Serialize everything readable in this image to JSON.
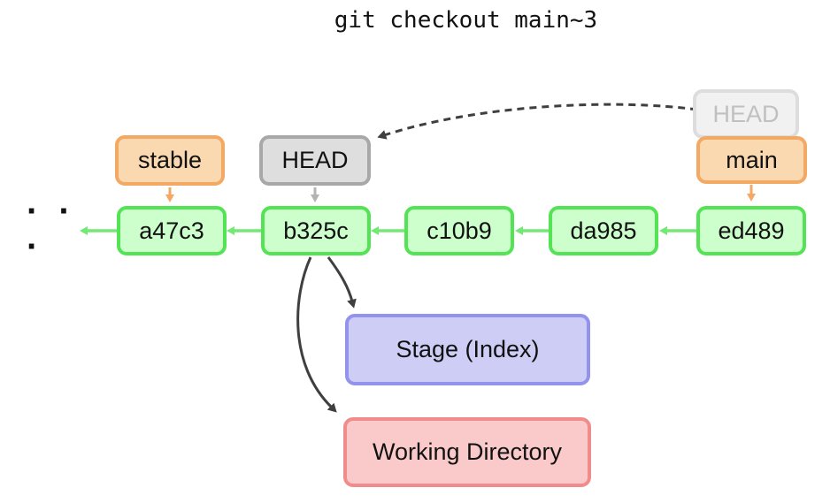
{
  "title": "git checkout main~3",
  "ellipsis": "· · ·",
  "commits": [
    {
      "id": "a47c3"
    },
    {
      "id": "b325c"
    },
    {
      "id": "c10b9"
    },
    {
      "id": "da985"
    },
    {
      "id": "ed489"
    }
  ],
  "refs": {
    "stable": "stable",
    "head": "HEAD",
    "head_previous": "HEAD",
    "main": "main"
  },
  "areas": {
    "stage": "Stage (Index)",
    "working_directory": "Working Directory"
  },
  "colors": {
    "commit_border": "#54e354",
    "commit_fill": "#ccffcc",
    "branch_border": "#f3a963",
    "branch_fill": "#fad9b0",
    "head_border": "#a8a8a8",
    "head_fill": "#dedede",
    "head_ghost_border": "#dddddd",
    "head_ghost_fill": "#f1f1f1",
    "head_ghost_text": "#c0c0c0",
    "stage_border": "#9393ee",
    "stage_fill": "#cdcdf6",
    "working_dir_border": "#f18c8c",
    "working_dir_fill": "#fac9c9",
    "arrow_green": "#74e874",
    "arrow_orange": "#f3a963",
    "arrow_gray": "#b3b3b3",
    "arrow_dark": "#3f3f3f"
  }
}
